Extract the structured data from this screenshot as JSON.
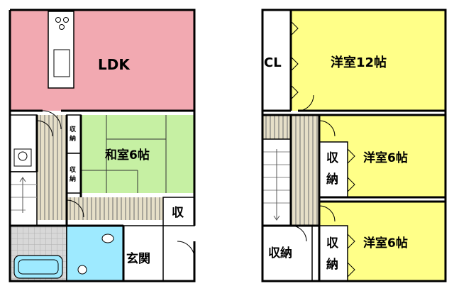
{
  "floor1": {
    "ldk": "LDK",
    "washitsu": "和室6帖",
    "shuno_a1": "収",
    "shuno_a2": "納",
    "shuno_b1": "収",
    "shuno_b2": "納",
    "shu": "収",
    "genkan": "玄関"
  },
  "floor2": {
    "cl": "CL",
    "yoshitsu12": "洋室12帖",
    "yoshitsu6_upper": "洋室6帖",
    "yoshitsu6_lower": "洋室6帖",
    "shuno_mid1": "収",
    "shuno_mid2": "納",
    "shuno_bottom": "収納",
    "shuno_low1": "収",
    "shuno_low2": "納"
  },
  "colors": {
    "ldk": "#f2a9b1",
    "washitsu": "#c6f0a3",
    "yoshitsu": "#ffff88",
    "bath": "#9eeaff",
    "wall": "#000000",
    "stair": "#888888"
  }
}
